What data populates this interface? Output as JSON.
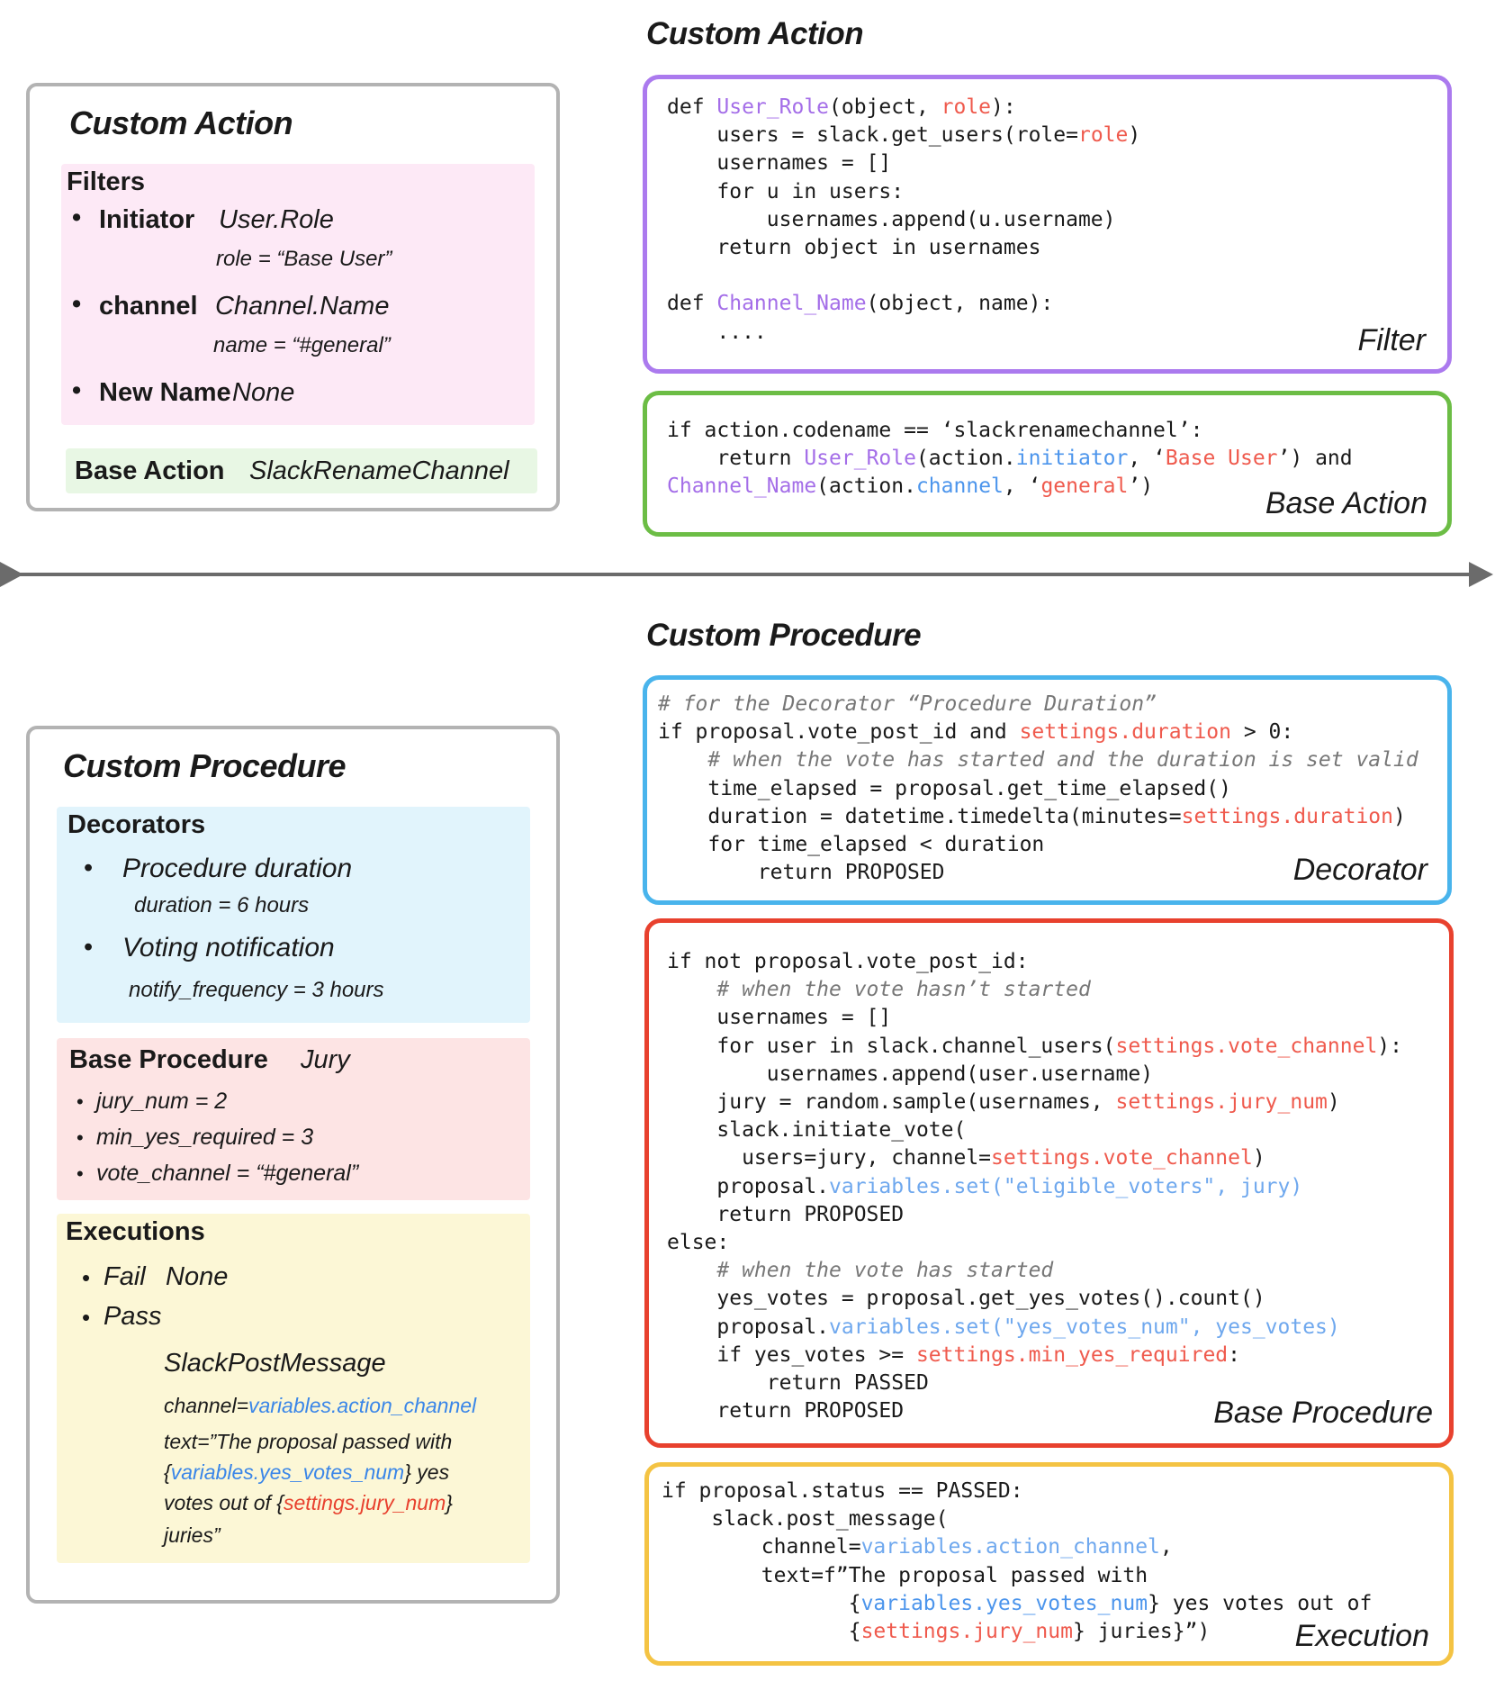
{
  "colors": {
    "filter_border": "#ab7aee",
    "base_action_border": "#6cbd45",
    "decorator_border": "#49b4ec",
    "base_procedure_border": "#e8412e",
    "execution_border": "#f4c343",
    "arrow": "#6b6b6b"
  },
  "top": {
    "title": "Custom Action",
    "left": {
      "title": "Custom Action",
      "filters_label": "Filters",
      "initiator_label": "Initiator",
      "initiator_value": "User.Role",
      "initiator_param": "role = “Base User”",
      "channel_label": "channel",
      "channel_value": "Channel.Name",
      "channel_param": "name = “#general”",
      "newname_label": "New Name",
      "newname_value": "None",
      "base_action_label": "Base Action",
      "base_action_value": "SlackRenameChannel"
    },
    "filter": {
      "label": "Filter",
      "l1_a": "def ",
      "l1_fn": "User_Role",
      "l1_b": "(object, ",
      "l1_arg": "role",
      "l1_c": "):",
      "l2_a": "    users = slack.get_users(role=",
      "l2_arg": "role",
      "l2_b": ")",
      "l3": "    usernames = []",
      "l4": "    for u in users:",
      "l5": "        usernames.append(u.username)",
      "l6": "    return object in usernames",
      "l8_a": "def ",
      "l8_fn": "Channel_Name",
      "l8_b": "(object, name):",
      "l9": "    ...."
    },
    "base_action": {
      "label": "Base Action",
      "l1": "if action.codename == ‘slackrenamechannel’:",
      "l2_a": "    return ",
      "l2_fn": "User_Role",
      "l2_b": "(action.",
      "l2_attr": "initiator",
      "l2_c": ", ‘",
      "l2_str": "Base User",
      "l2_d": "’) and",
      "l3_fn": "Channel_Name",
      "l3_a": "(action.",
      "l3_attr": "channel",
      "l3_b": ", ‘",
      "l3_str": "general",
      "l3_c": "’)"
    }
  },
  "bottom": {
    "title": "Custom Procedure",
    "left": {
      "title": "Custom Procedure",
      "decorators_label": "Decorators",
      "dec1": "Procedure duration",
      "dec1_param": "duration = 6 hours",
      "dec2": "Voting notification",
      "dec2_param": "notify_frequency = 3 hours",
      "base_proc_label": "Base Procedure",
      "base_proc_value": "Jury",
      "bp1": "jury_num = 2",
      "bp2": "min_yes_required = 3",
      "bp3": "vote_channel = “#general”",
      "executions_label": "Executions",
      "ex_fail": "Fail",
      "ex_fail_value": "None",
      "ex_pass": "Pass",
      "ex_action": "SlackPostMessage",
      "ex_channel_a": "channel=",
      "ex_channel_b": "variables.action_channel",
      "ex_text1": "text=”The proposal passed with",
      "ex_text2_a": "{",
      "ex_text2_b": "variables.yes_votes_num",
      "ex_text2_c": "} yes",
      "ex_text3_a": "votes out of {",
      "ex_text3_b": "settings.jury_num",
      "ex_text3_c": "}",
      "ex_text4": "juries”"
    },
    "decorator": {
      "label": "Decorator",
      "l1": "# for the Decorator “Procedure Duration”",
      "l2_a": "if proposal.vote_post_id and ",
      "l2_s": "settings.duration",
      "l2_b": " > 0:",
      "l3": "    # when the vote has started and the duration is set valid",
      "l4": "    time_elapsed = proposal.get_time_elapsed()",
      "l5_a": "    duration = datetime.timedelta(minutes=",
      "l5_s": "settings.duration",
      "l5_b": ")",
      "l6": "    for time_elapsed < duration",
      "l7": "        return PROPOSED"
    },
    "base_procedure": {
      "label": "Base Procedure",
      "l1": "if not proposal.vote_post_id:",
      "l2": "    # when the vote hasn’t started",
      "l3": "    usernames = []",
      "l4_a": "    for user in slack.channel_users(",
      "l4_s": "settings.vote_channel",
      "l4_b": "):",
      "l5": "        usernames.append(user.username)",
      "l6_a": "    jury = random.sample(usernames, ",
      "l6_s": "settings.jury_num",
      "l6_b": ")",
      "l7": "    slack.initiate_vote(",
      "l8_a": "      users=jury, channel=",
      "l8_s": "settings.vote_channel",
      "l8_b": ")",
      "l9_a": "    proposal.",
      "l9_v": "variables.set(\"eligible_voters\", jury)",
      "l10": "    return PROPOSED",
      "l11": "else:",
      "l12": "    # when the vote has started",
      "l13": "    yes_votes = proposal.get_yes_votes().count()",
      "l14_a": "    proposal.",
      "l14_v": "variables.set(\"yes_votes_num\", yes_votes)",
      "l15_a": "    if yes_votes >= ",
      "l15_s": "settings.min_yes_required",
      "l15_b": ":",
      "l16": "        return PASSED",
      "l17": "    return PROPOSED"
    },
    "execution": {
      "label": "Execution",
      "l1": "if proposal.status == PASSED:",
      "l2": "    slack.post_message(",
      "l3_a": "        channel=",
      "l3_v": "variables.action_channel",
      "l3_b": ",",
      "l4": "        text=f”The proposal passed with",
      "l5_a": "               {",
      "l5_v": "variables.yes_votes_num",
      "l5_b": "} yes votes out of",
      "l6_a": "               {",
      "l6_s": "settings.jury_num",
      "l6_b": "} juries}”)"
    }
  }
}
